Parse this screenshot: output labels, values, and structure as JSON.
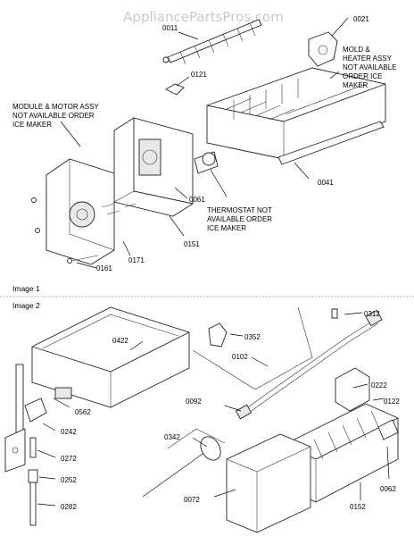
{
  "watermark": "AppliancePartsPros.com",
  "image1": {
    "caption": "Image 1",
    "notes": {
      "module": [
        "MODULE & MOTOR ASSY",
        "NOT AVAILABLE ORDER",
        "ICE MAKER"
      ],
      "mold": [
        "MOLD &",
        "HEATER ASSY",
        "NOT AVAILABLE",
        "ORDER ICE",
        "MAKER"
      ],
      "thermostat": [
        "THERMOSTAT NOT",
        "AVAILABLE ORDER",
        "ICE MAKER"
      ]
    },
    "parts": [
      "0011",
      "0021",
      "0121",
      "0041",
      "0061",
      "0151",
      "0171",
      "0161"
    ]
  },
  "image2": {
    "caption": "Image 2",
    "parts": [
      "0312",
      "0422",
      "0352",
      "0102",
      "0222",
      "0092",
      "0122",
      "0562",
      "0242",
      "0342",
      "0272",
      "0252",
      "0282",
      "0072",
      "0152",
      "0062"
    ]
  }
}
